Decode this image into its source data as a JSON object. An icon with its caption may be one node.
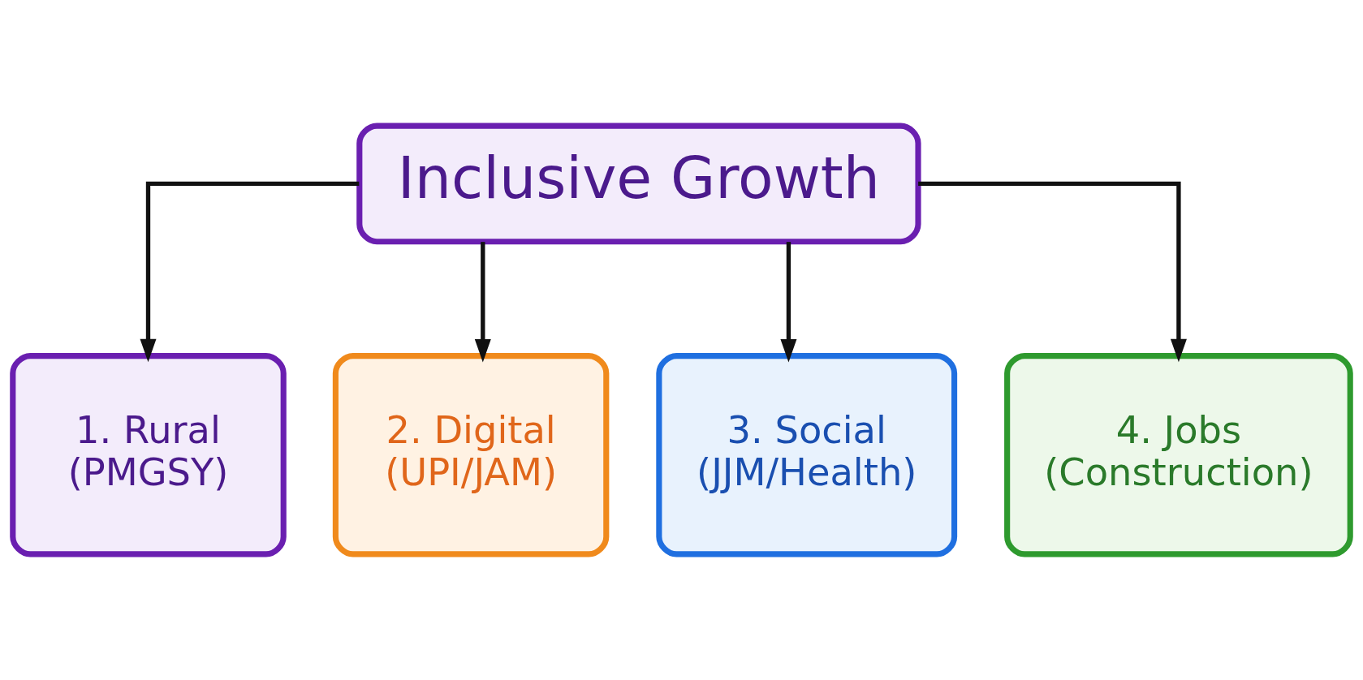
{
  "diagram": {
    "nodes": [
      {
        "text": [
          "Inclusive Growth"
        ]
      },
      {
        "text": [
          "1. Rural",
          "(PMGSY)"
        ]
      },
      {
        "text": [
          "2. Digital",
          "(UPI/JAM)"
        ]
      },
      {
        "text": [
          "3. Social",
          "(JJM/Health)"
        ]
      },
      {
        "text": [
          "4. Jobs",
          "(Construction)"
        ]
      }
    ],
    "edges": [
      {
        "from": 0,
        "to": 1,
        "arrow": "to"
      },
      {
        "from": 0,
        "to": 2,
        "arrow": "to"
      },
      {
        "from": 0,
        "to": 3,
        "arrow": "to"
      },
      {
        "from": 0,
        "to": 4,
        "arrow": "to"
      }
    ]
  }
}
